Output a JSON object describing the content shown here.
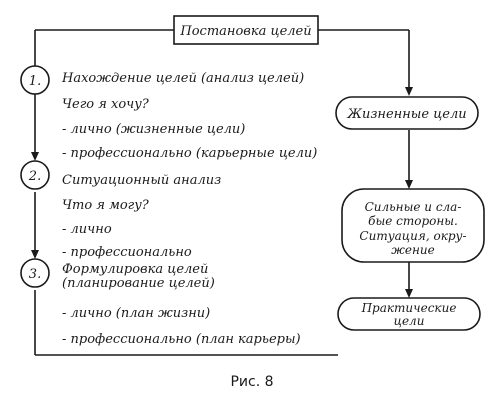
{
  "title": "Постановка целей",
  "steps": [
    {
      "number": "1.",
      "heading": "Нахождение целей (анализ целей)",
      "question": "Чего я хочу?",
      "items": [
        "- лично (жизненные цели)",
        "- профессионально (карьерные цели)"
      ]
    },
    {
      "number": "2.",
      "heading": "Ситуационный анализ",
      "question": "Что я могу?",
      "items": [
        "- лично",
        "- профессионально"
      ]
    },
    {
      "number": "3.",
      "heading_line1": "Формулировка целей",
      "heading_line2": "(планирование целей)",
      "items": [
        "- лично (план жизни)",
        "- профессионально (план карьеры)"
      ]
    }
  ],
  "right_column": {
    "life_goals": "Жизненные цели",
    "swot_lines": [
      "Сильные и сла-",
      "бые стороны.",
      "Ситуация, окру-",
      "жение"
    ],
    "practical_lines": [
      "Практические",
      "цели"
    ]
  },
  "caption": "Рис. 8"
}
